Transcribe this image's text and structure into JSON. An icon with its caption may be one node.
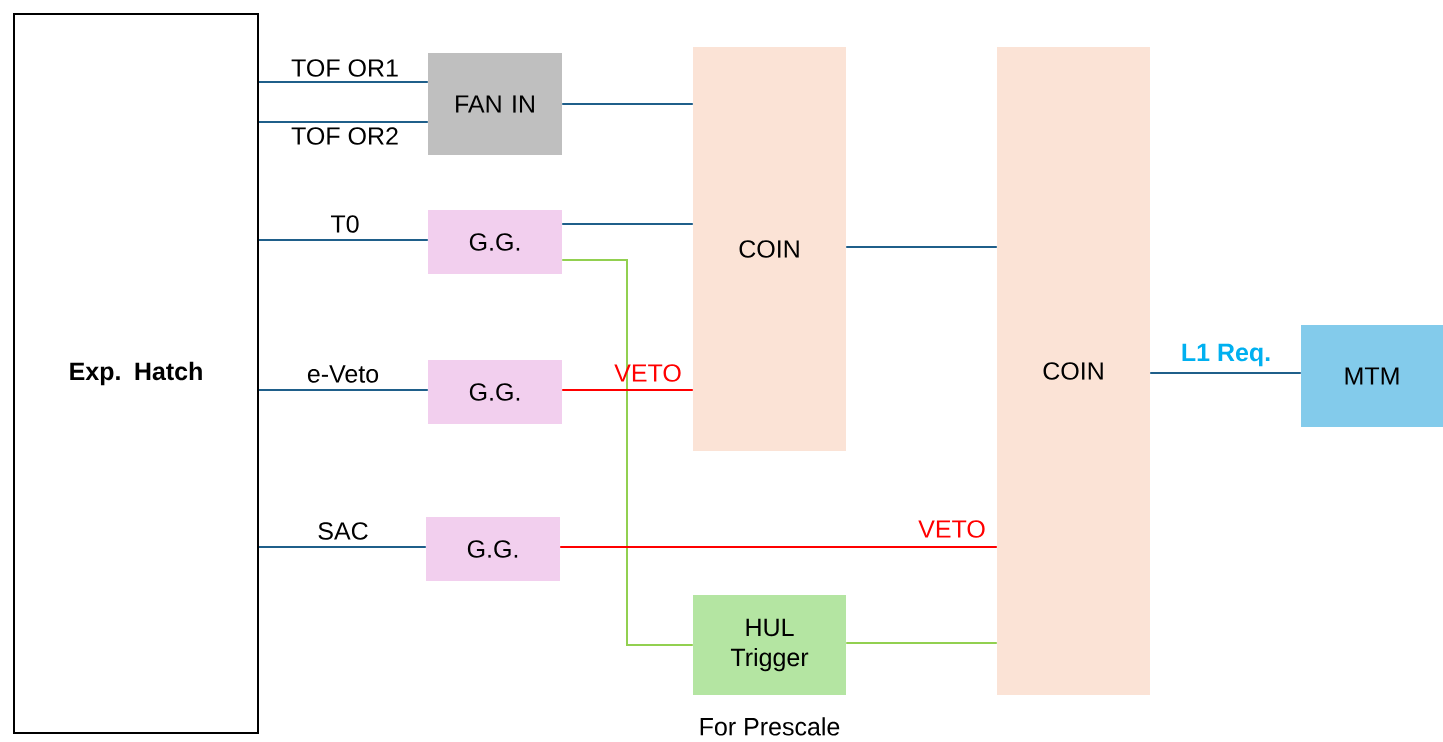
{
  "diagram": {
    "nodes": [
      {
        "text": [
          "Exp. Hatch"
        ]
      },
      {
        "text": [
          "FAN IN"
        ]
      },
      {
        "text": [
          "G.G."
        ]
      },
      {
        "text": [
          "G.G."
        ]
      },
      {
        "text": [
          "G.G."
        ]
      },
      {
        "text": [
          "COIN"
        ]
      },
      {
        "text": [
          "COIN"
        ]
      },
      {
        "text": [
          "HUL Trigger"
        ],
        "beside": [
          "For Prescale"
        ]
      },
      {
        "text": [
          "MTM"
        ]
      }
    ],
    "edges": [
      {
        "from": 0,
        "to": 1,
        "arrow": "none",
        "label": "TOF OR1"
      },
      {
        "from": 0,
        "to": 1,
        "arrow": "none",
        "label": "TOF OR2"
      },
      {
        "from": 0,
        "to": 2,
        "arrow": "none",
        "label": "T0"
      },
      {
        "from": 0,
        "to": 3,
        "arrow": "none",
        "label": "e-Veto"
      },
      {
        "from": 0,
        "to": 4,
        "arrow": "none",
        "label": "SAC"
      },
      {
        "from": 1,
        "to": 5,
        "arrow": "none"
      },
      {
        "from": 2,
        "to": 5,
        "arrow": "none"
      },
      {
        "from": 2,
        "to": 7,
        "arrow": "none",
        "color": "#92d050"
      },
      {
        "from": 3,
        "to": 5,
        "arrow": "none",
        "label": "VETO",
        "color": "#ff0000"
      },
      {
        "from": 4,
        "to": 6,
        "arrow": "none",
        "label": "VETO",
        "color": "#ff0000"
      },
      {
        "from": 5,
        "to": 6,
        "arrow": "none"
      },
      {
        "from": 7,
        "to": 6,
        "arrow": "none",
        "color": "#92d050"
      },
      {
        "from": 6,
        "to": 8,
        "arrow": "none",
        "label": "L1 Req."
      }
    ]
  }
}
